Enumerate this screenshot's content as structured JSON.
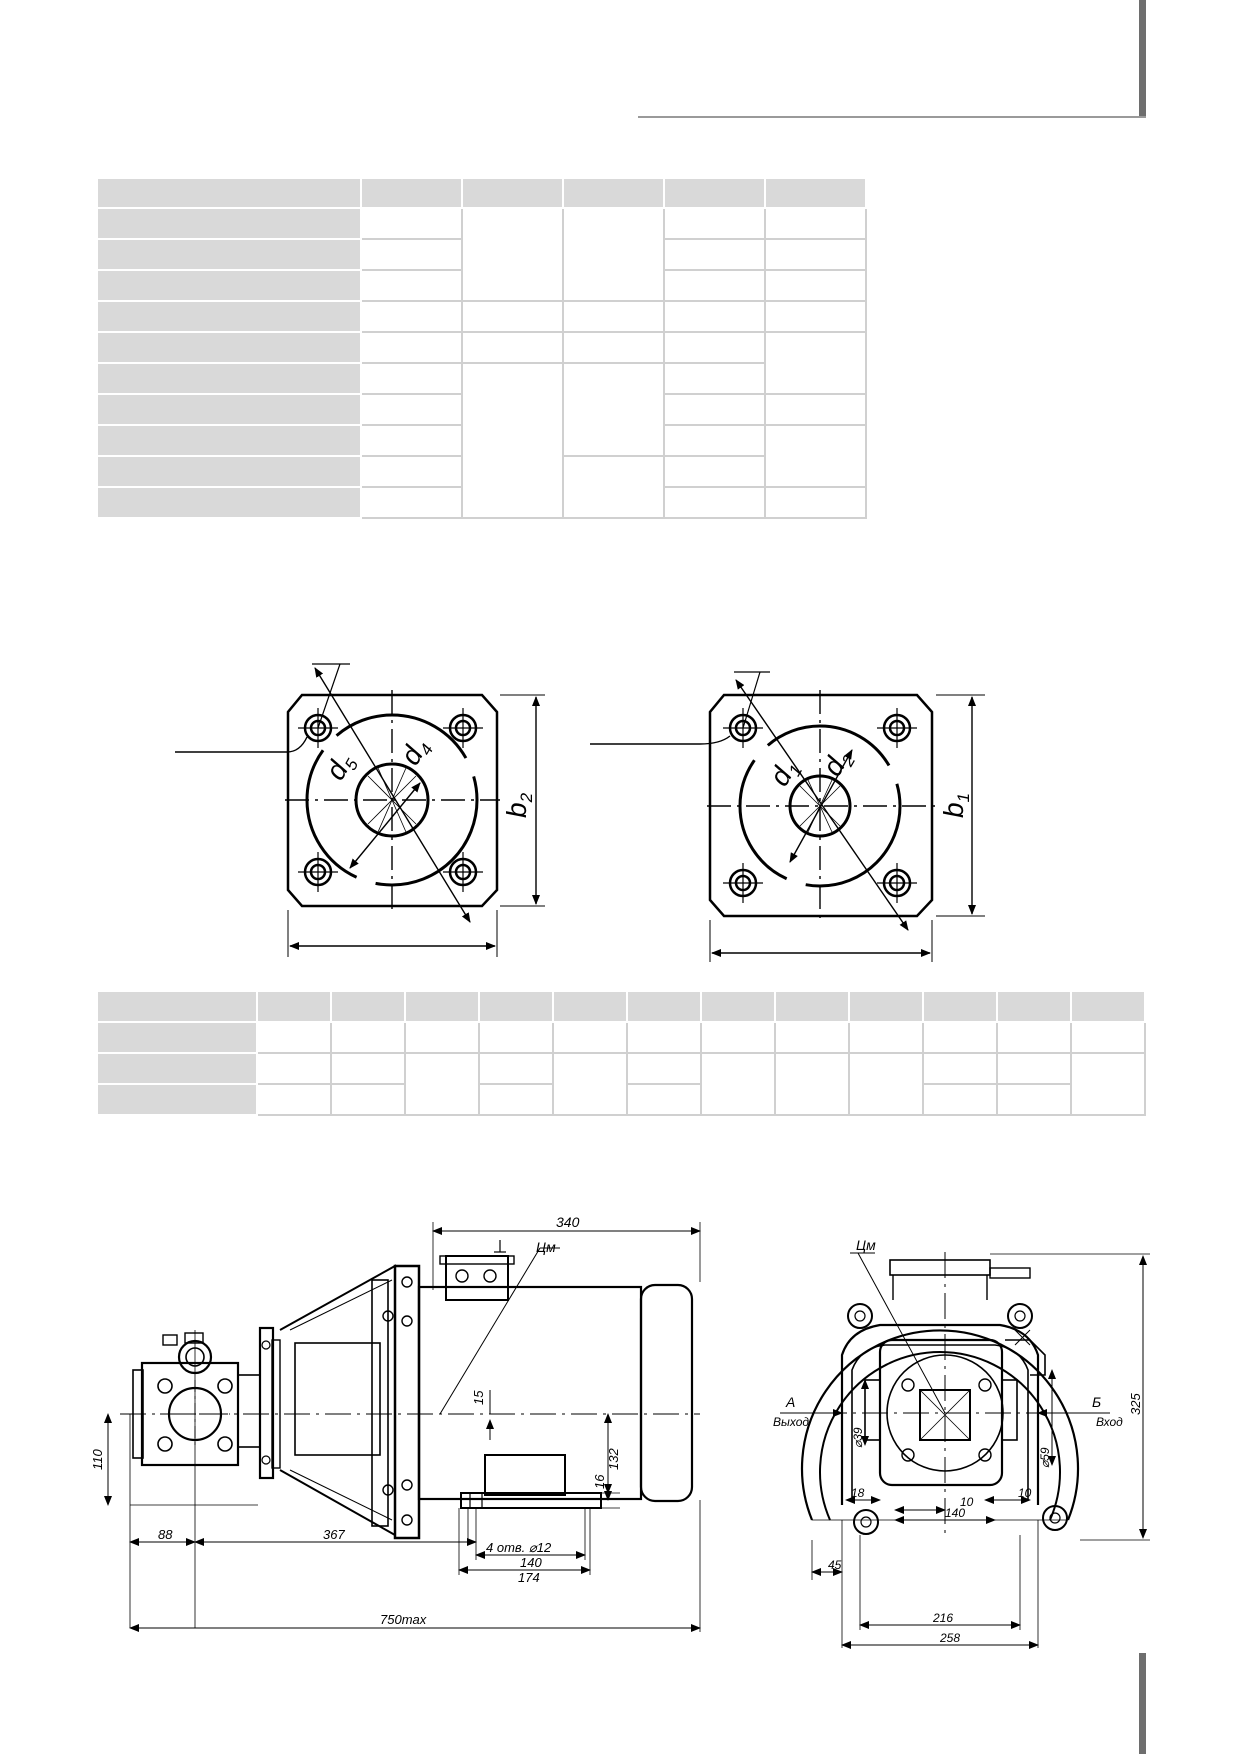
{
  "views": {
    "flange_left": {
      "dim_diag_1": "d",
      "dim_diag_1_sub": "5",
      "dim_diag_2": "d",
      "dim_diag_2_sub": "4",
      "dim_height": "b",
      "dim_height_sub": "2"
    },
    "flange_right": {
      "dim_diag_1": "d",
      "dim_diag_1_sub": "1",
      "dim_diag_2": "d",
      "dim_diag_2_sub": "2",
      "dim_height": "b",
      "dim_height_sub": "1"
    },
    "side_view": {
      "dim_total_top": "340",
      "label_cm": "Цм",
      "dim_15": "15",
      "dim_132": "132",
      "dim_16": "16",
      "dim_110": "110",
      "dim_holes": "4 отв. ⌀12",
      "dim_140": "140",
      "dim_174": "174",
      "dim_88": "88",
      "dim_367": "367",
      "dim_overall": "750max"
    },
    "front_view": {
      "label_cm": "Цм",
      "port_a": "А",
      "port_a_name": "Выход",
      "port_b": "Б",
      "port_b_name": "Вход",
      "dim_325": "325",
      "dim_d39": "⌀39",
      "dim_d59": "⌀59",
      "dim_18": "18",
      "dim_10a": "10",
      "dim_10b": "10",
      "dim_140": "140",
      "dim_45": "45",
      "dim_216": "216",
      "dim_258": "258"
    }
  }
}
